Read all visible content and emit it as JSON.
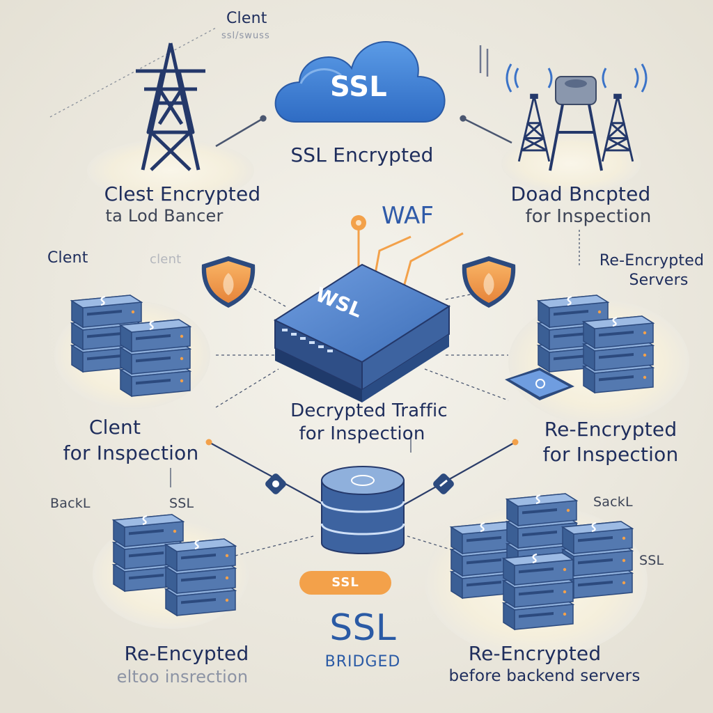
{
  "top": {
    "cloud_label": "SSL",
    "cloud_caption": "SSL Encrypted",
    "left_corner": {
      "title": "Clent",
      "subtitle": "ssl/swuss"
    },
    "left_caption": {
      "line1": "Clest Encrypted",
      "line2": "ta Lod Bancer"
    },
    "right_caption": {
      "line1": "Doad Bncpted",
      "line2": "for Inspection"
    }
  },
  "middle": {
    "waf_label": "WAF",
    "appliance_label": "WSL",
    "left_title": "Clent",
    "left_title_faded": "clent",
    "right_title": {
      "line1": "Re-Encrypted",
      "line2": "Servers"
    },
    "center_caption": {
      "line1": "Decrypted Traffic",
      "line2": "for Inspection"
    },
    "left_caption": {
      "line1": "Clent",
      "line2": "for Inspection"
    },
    "right_caption": {
      "line1": "Re-Encrypted",
      "line2": "for Inspection"
    }
  },
  "bottom": {
    "left_small_1": "BackL",
    "left_small_2": "SSL",
    "right_small_1": "SackL",
    "right_small_2": "SSL",
    "pill_label": "SSL",
    "big_label": "SSL",
    "big_sublabel": "BRIDGED",
    "left_caption": {
      "line1": "Re-Encypted",
      "line2": "eltoo insrection"
    },
    "right_caption": {
      "line1": "Re-Encrypted",
      "line2": "before backend servers"
    }
  },
  "colors": {
    "background": "#ece9e0",
    "navy_text": "#1e2d5c",
    "accent_blue": "#3b73c8",
    "server_blue": "#4a6fa5",
    "accent_orange": "#f3a14a"
  },
  "icons": [
    "cloud-icon",
    "transmission-tower-icon",
    "radio-tower-icon",
    "shield-icon",
    "server-stack-icon",
    "waf-appliance-icon",
    "database-icon",
    "tablet-icon",
    "lock-icon"
  ]
}
